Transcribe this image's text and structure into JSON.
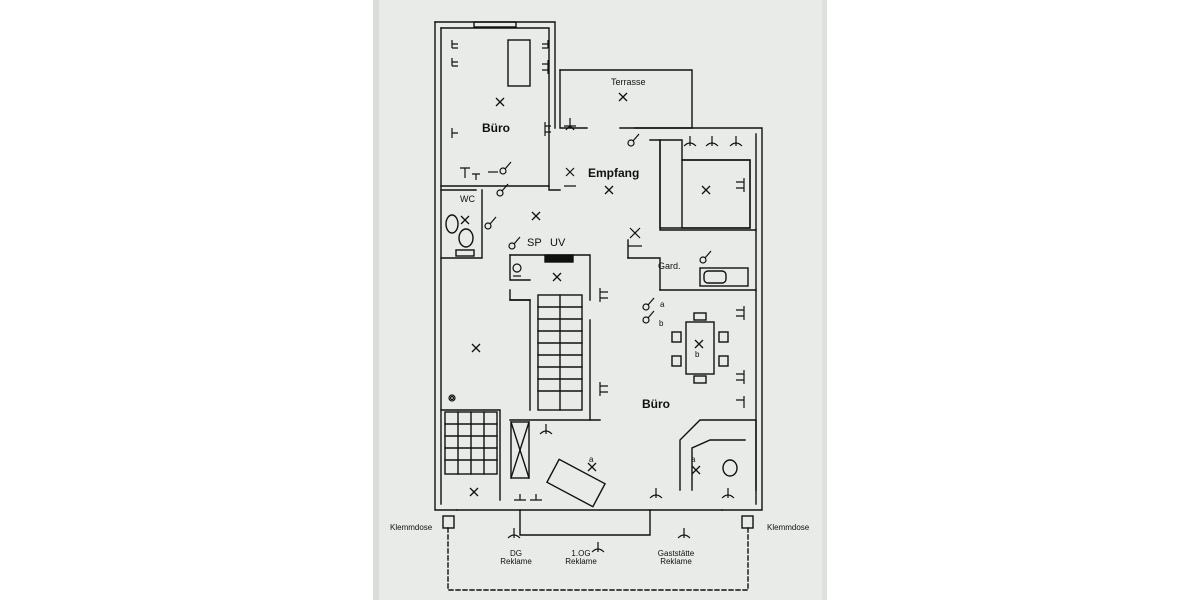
{
  "plan": {
    "rooms": {
      "buero_top": "Büro",
      "terrasse": "Terrasse",
      "empfang": "Empfang",
      "wc": "WC",
      "gard": "Gard.",
      "buero_main": "Büro"
    },
    "panels": {
      "sp": "SP",
      "uv": "UV"
    },
    "circuit_marks": {
      "a1": "a",
      "b1": "b",
      "b2": "b",
      "a2": "a",
      "a3": "a"
    },
    "terminals": {
      "left": "Klemmdose",
      "right": "Klemmdose"
    },
    "signage": [
      {
        "line1": "DG",
        "line2": "Reklame"
      },
      {
        "line1": "1.OG",
        "line2": "Reklame"
      },
      {
        "line1": "Gaststätte",
        "line2": "Reklame"
      }
    ]
  },
  "colors": {
    "page_background": "#ffffff",
    "paper": "#e9ebe8",
    "ink": "#111111",
    "shadow_left": "#cfd2cf"
  }
}
